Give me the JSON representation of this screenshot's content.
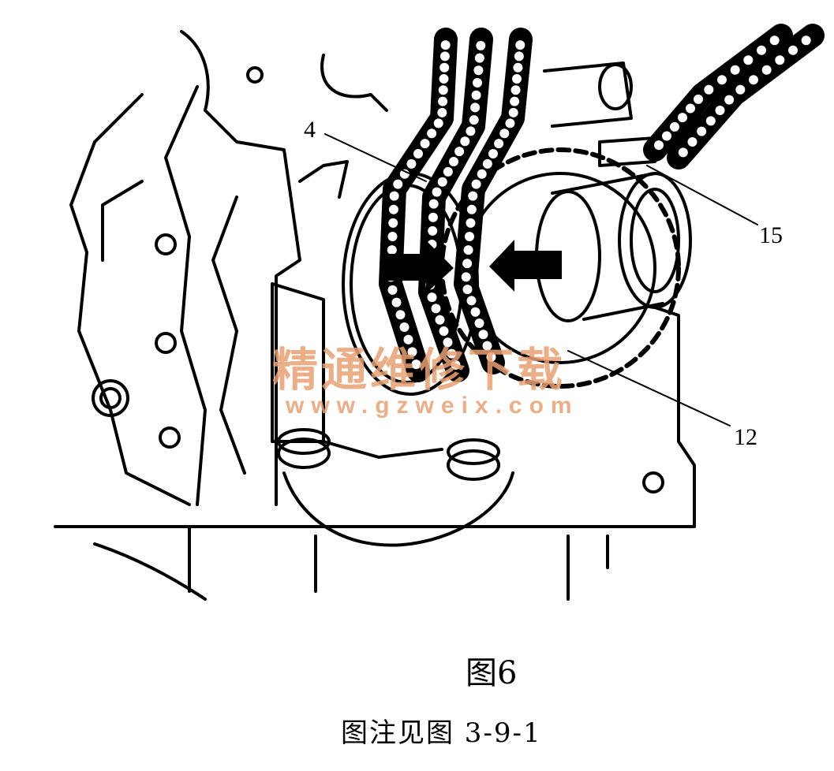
{
  "figure": {
    "callouts": [
      {
        "id": "4",
        "text": "4"
      },
      {
        "id": "15",
        "text": "15"
      },
      {
        "id": "12",
        "text": "12"
      }
    ],
    "watermark": {
      "title": "精通维修下载",
      "url": "www.gzweix.com"
    },
    "caption": "图6",
    "note": "图注见图 3-9-1"
  }
}
